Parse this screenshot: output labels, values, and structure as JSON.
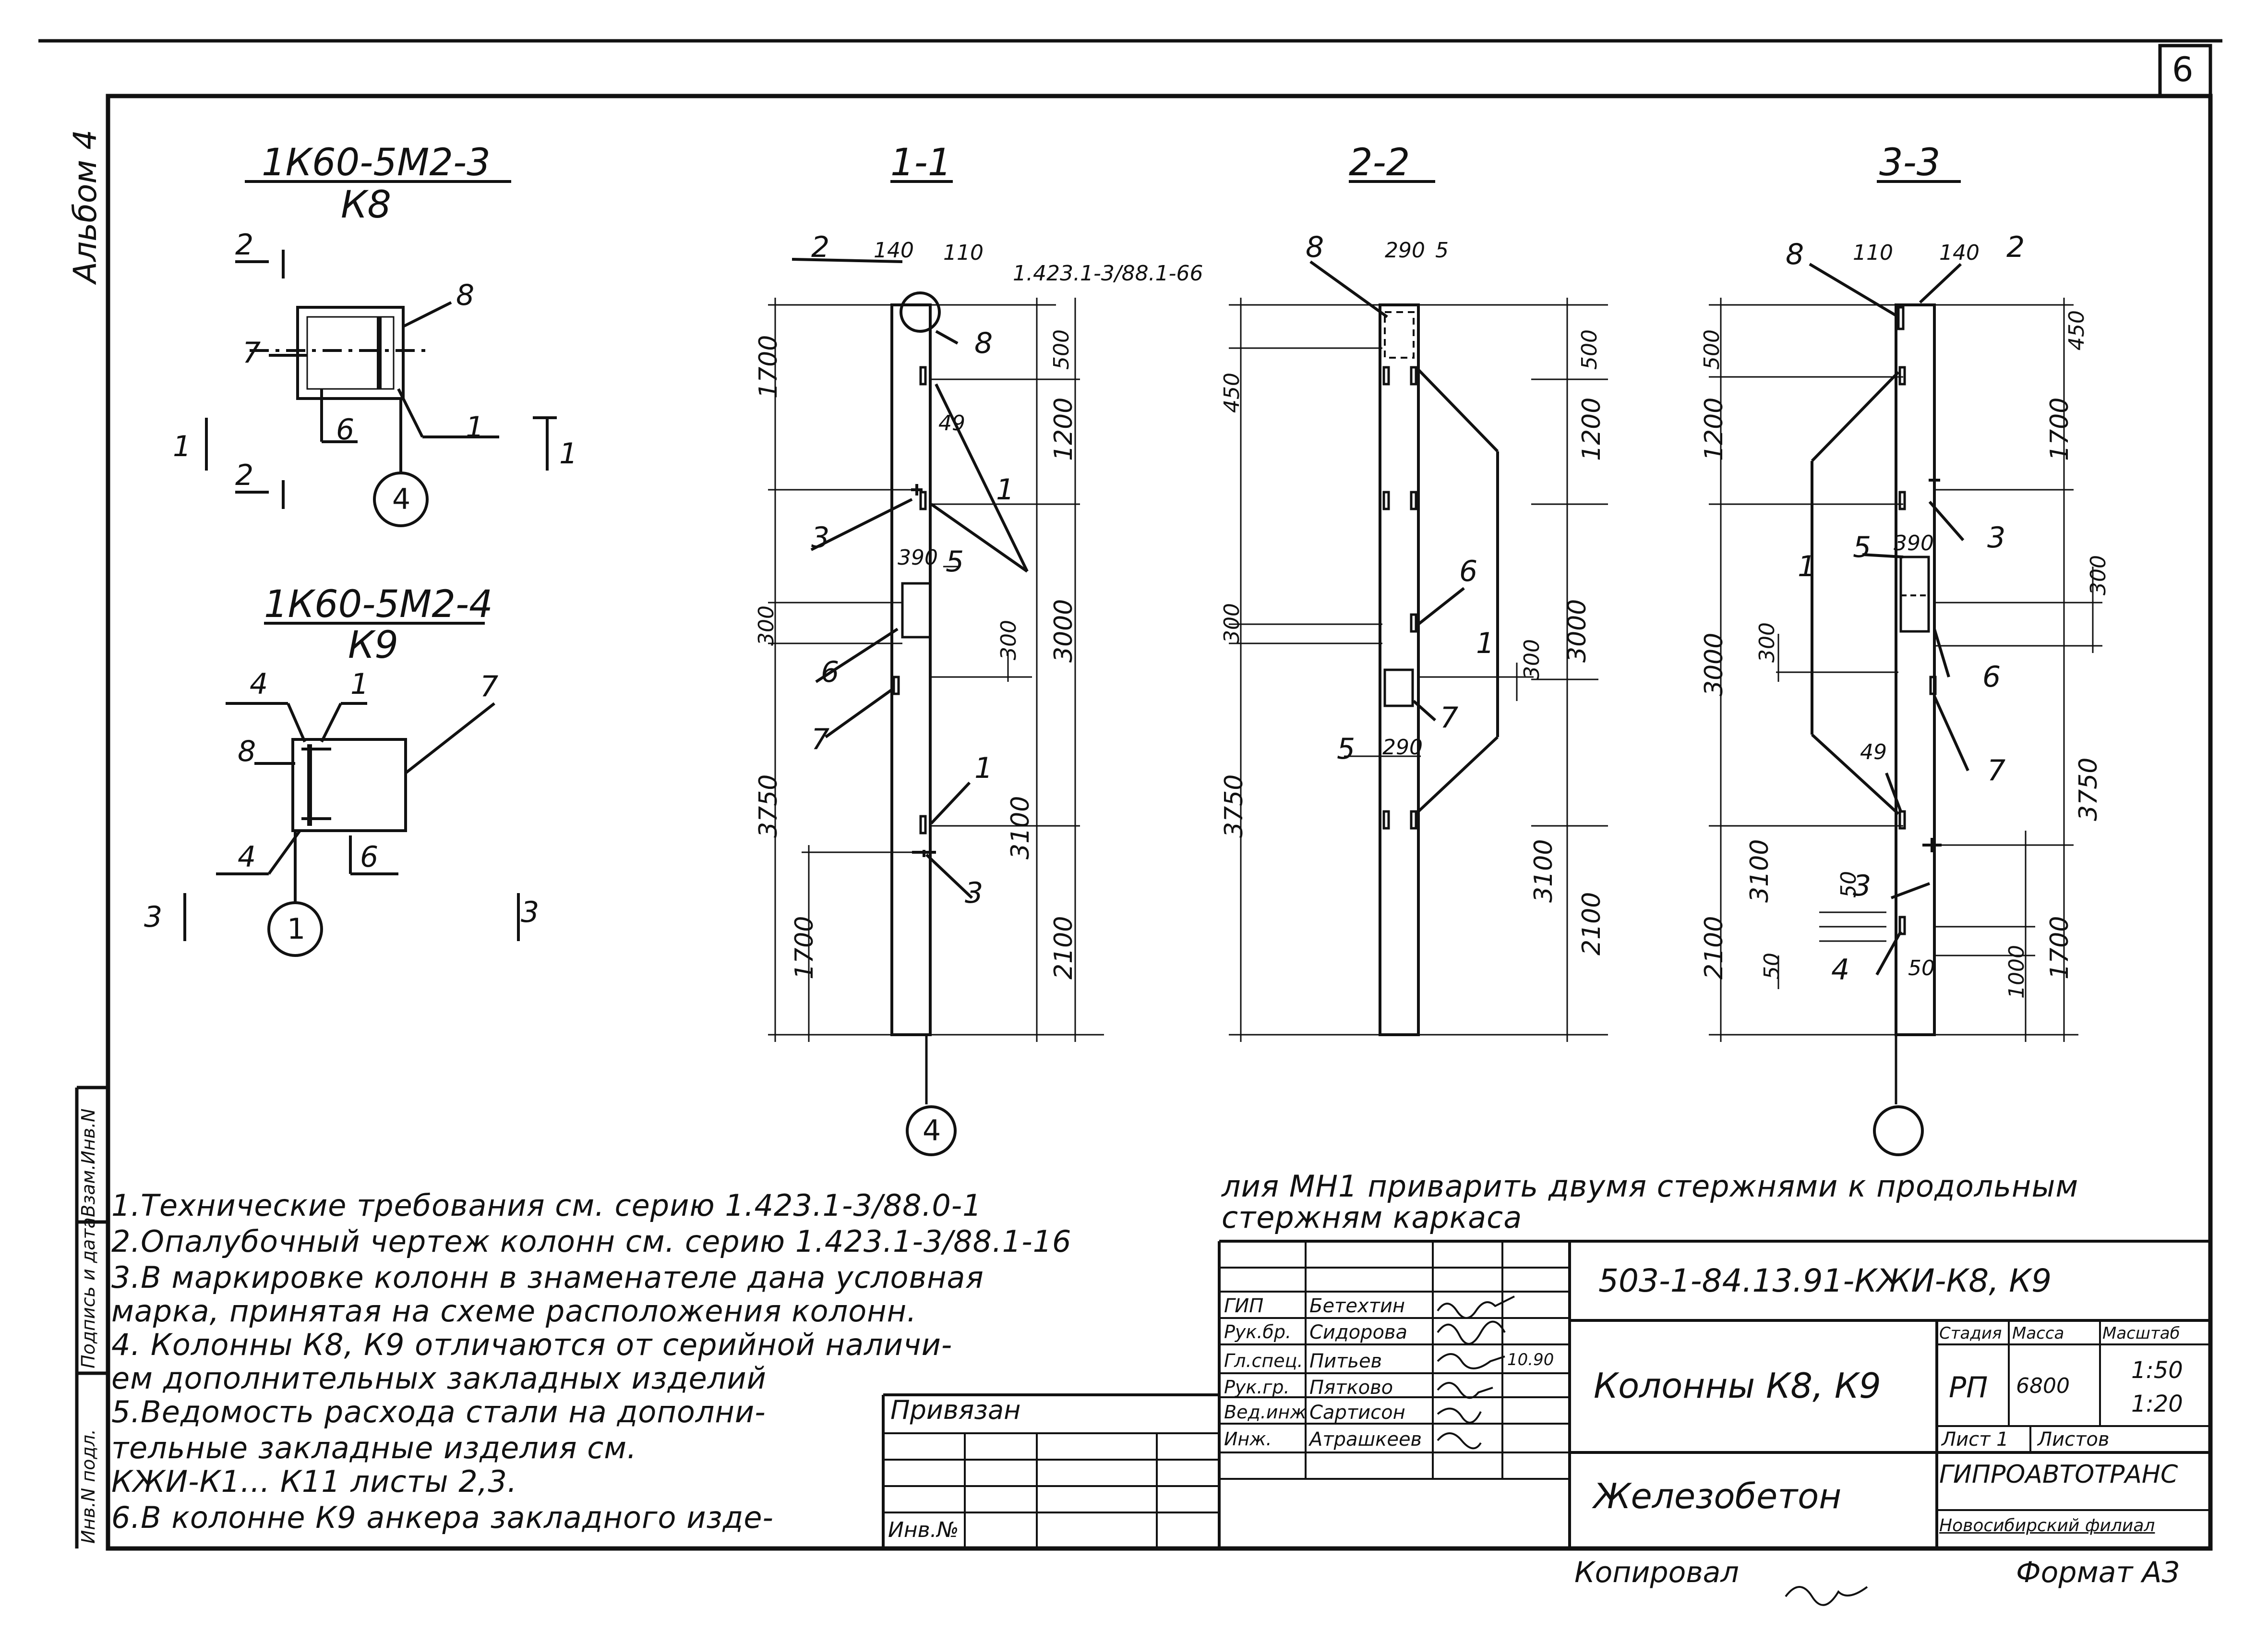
{
  "sheet_number": "6",
  "album_label": "Альбом 4",
  "left_stamp": {
    "cols": [
      "Инв.N подл.",
      "Подпись и дата",
      "Взам.Инв.N"
    ]
  },
  "plans": [
    {
      "mark_top": "1К60-5М2-3",
      "mark_bottom": "К8",
      "axis": "4",
      "labels": {
        "a": "2",
        "b": "2",
        "c": "7",
        "d": "8",
        "e": "6",
        "f": "1",
        "g": "1",
        "h": "1"
      }
    },
    {
      "mark_top": "1К60-5М2-4",
      "mark_bottom": "К9",
      "axis": "1",
      "labels": {
        "a": "4",
        "b": "1",
        "c": "7",
        "d": "8",
        "e": "4",
        "f": "6",
        "g": "3",
        "h": "3"
      }
    }
  ],
  "sections": {
    "s11": {
      "title": "1-1",
      "dims_top": [
        "140",
        "110"
      ],
      "ref": "1.423.1-3/88.1-66",
      "leader_labels": [
        "2",
        "8",
        "3",
        "6",
        "7",
        "1",
        "3",
        "1",
        "5"
      ],
      "inner_dims": [
        "49",
        "390",
        "5",
        "300"
      ],
      "left_dims": [
        "1700",
        "300",
        "3750",
        "1700"
      ],
      "right_dims": [
        "500",
        "1200",
        "3000",
        "3100",
        "2100"
      ],
      "axis": "4"
    },
    "s22": {
      "title": "2-2",
      "dims_top": [
        "290",
        "5"
      ],
      "leader_labels": [
        "8",
        "6",
        "1",
        "7",
        "5"
      ],
      "inner_dims": [
        "290",
        "300"
      ],
      "left_dims": [
        "450",
        "300",
        "3750"
      ],
      "right_dims": [
        "500",
        "1200",
        "3000",
        "3100",
        "2100"
      ]
    },
    "s33": {
      "title": "3-3",
      "dims_top": [
        "110",
        "140"
      ],
      "leader_labels": [
        "8",
        "2",
        "3",
        "5",
        "1",
        "6",
        "7",
        "3",
        "4"
      ],
      "inner_dims": [
        "450",
        "390",
        "300",
        "49",
        "50",
        "50",
        "50",
        "300"
      ],
      "left_dims": [
        "500",
        "1200",
        "3000",
        "3100",
        "2100"
      ],
      "right_dims": [
        "1700",
        "3750",
        "1700",
        "1000"
      ]
    }
  },
  "notes": [
    "1.Технические требования см. серию  1.423.1-3/88.0-1",
    "2.Опалубочный чертеж колонн см. серию 1.423.1-3/88.1-16",
    "3.В маркировке колонн в знаменателе дана условная",
    "   марка, принятая на схеме расположения колонн.",
    "4. Колонны  К8, К9  отличаются от серийной наличи-",
    "   ем дополнительных закладных изделий",
    "5.Ведомость расхода стали на дополни-",
    "   тельные закладные изделия см.",
    "   КЖИ-К1... К11 листы 2,3.",
    "6.В колонне К9 анкера закладного изде-"
  ],
  "notes_cont": [
    "лия МН1 приварить двумя стержнями к продольным",
    "стержням каркаса"
  ],
  "title_block": {
    "code": "503-1-84.13.91-КЖИ-К8, К9",
    "name": "Колонны К8, К9",
    "material": "Железобетон",
    "privyazan": "Привязан",
    "inv_no": "Инв.№",
    "stage_hdr": "Стадия",
    "mass_hdr": "Масса",
    "scale_hdr": "Масштаб",
    "stage": "РП",
    "mass": "6800",
    "scale1": "1:50",
    "scale2": "1:20",
    "list": "Лист 1",
    "lists": "Листов",
    "org": "ГИПРОАВТОТРАНС",
    "branch": "Новосибирский филиал",
    "staff": [
      {
        "role": "ГИП",
        "name": "Бетехтин"
      },
      {
        "role": "Рук.бр.",
        "name": "Сидорова"
      },
      {
        "role": "Гл.спец.",
        "name": "Питьев"
      },
      {
        "role": "Рук.гр.",
        "name": "Пятково"
      },
      {
        "role": "Вед.инж",
        "name": "Сартисон"
      },
      {
        "role": "Инж.",
        "name": "Атрашкеев"
      }
    ],
    "sig_date": "10.90"
  },
  "copied": "Копировал",
  "format": "Формат А3"
}
